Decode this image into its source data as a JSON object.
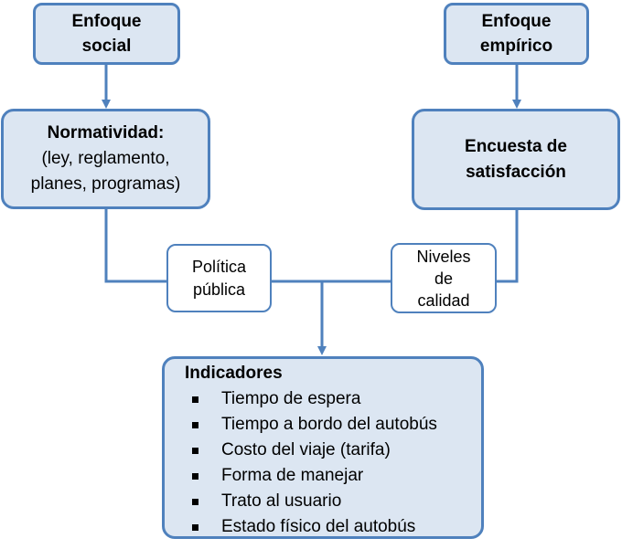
{
  "top_left": {
    "line1": "Enfoque",
    "line2": "social"
  },
  "top_right": {
    "line1": "Enfoque",
    "line2": "empírico"
  },
  "normatividad": {
    "title": "Normatividad:",
    "line2": "(ley, reglamento,",
    "line3": "planes, programas)"
  },
  "encuesta": {
    "line1": "Encuesta de",
    "line2": "satisfacción"
  },
  "politica": {
    "line1": "Política",
    "line2": "pública"
  },
  "niveles": {
    "line1": "Niveles",
    "line2": "de",
    "line3": "calidad"
  },
  "indicadores": {
    "title": "Indicadores",
    "items": [
      "Tiempo de espera",
      "Tiempo a bordo del autobús",
      "Costo del viaje (tarifa)",
      "Forma de manejar",
      "Trato al usuario",
      "Estado físico del autobús"
    ]
  },
  "colors": {
    "box_fill": "#dce6f2",
    "border": "#4f81bd",
    "connector": "#4f81bd"
  }
}
